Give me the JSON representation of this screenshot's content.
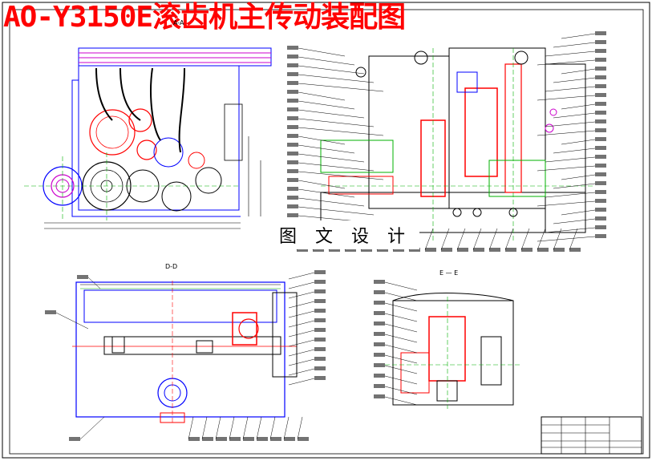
{
  "drawing": {
    "title": "AO-Y3150E滚齿机主传动装配图",
    "watermark": "图 文 设 计",
    "section_labels": {
      "top_left": "A-A",
      "middle_left": "D-D",
      "bottom_right": "E — E"
    },
    "colors": {
      "title": "#ff0000",
      "linework": "#0000ff",
      "dimension": "#ff0000",
      "center": "#00b000",
      "magenta": "#cc00cc",
      "callout": "#000000"
    }
  }
}
